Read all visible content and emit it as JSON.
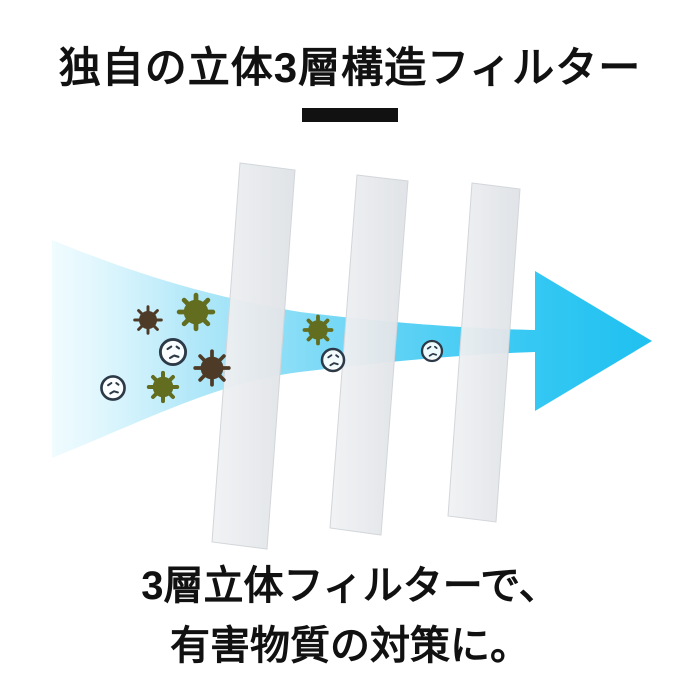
{
  "title": "独自の立体3層構造フィルター",
  "caption": {
    "line1": "3層立体フィルターで、",
    "line2": "有害物質の対策に。"
  },
  "diagram": {
    "filter_panel_count": 3,
    "airflow_direction": "left-to-right",
    "particles": {
      "zone_before_filter_1": {
        "virus": 2,
        "germ": 2,
        "bacteria": 2
      },
      "zone_between_filter_1_and_2": {
        "germ": 1,
        "bacteria": 1
      },
      "zone_between_filter_2_and_3": {
        "bacteria": 1
      },
      "zone_after_filter_3": {
        "none": 0
      }
    },
    "icons": [
      "virus-icon",
      "germ-icon",
      "bacteria-icon"
    ]
  },
  "colors": {
    "background": "#ffffff",
    "text": "#111111",
    "underline_bar": "#111111",
    "airflow_light": "#e8fafe",
    "airflow_bright": "#1fc0f0",
    "filter_panel": "#e9ebee",
    "filter_panel_edge": "#d2d6da",
    "virus_brown": "#4e3b27",
    "germ_olive": "#636d1f",
    "bacteria_outline": "#2c3947"
  }
}
